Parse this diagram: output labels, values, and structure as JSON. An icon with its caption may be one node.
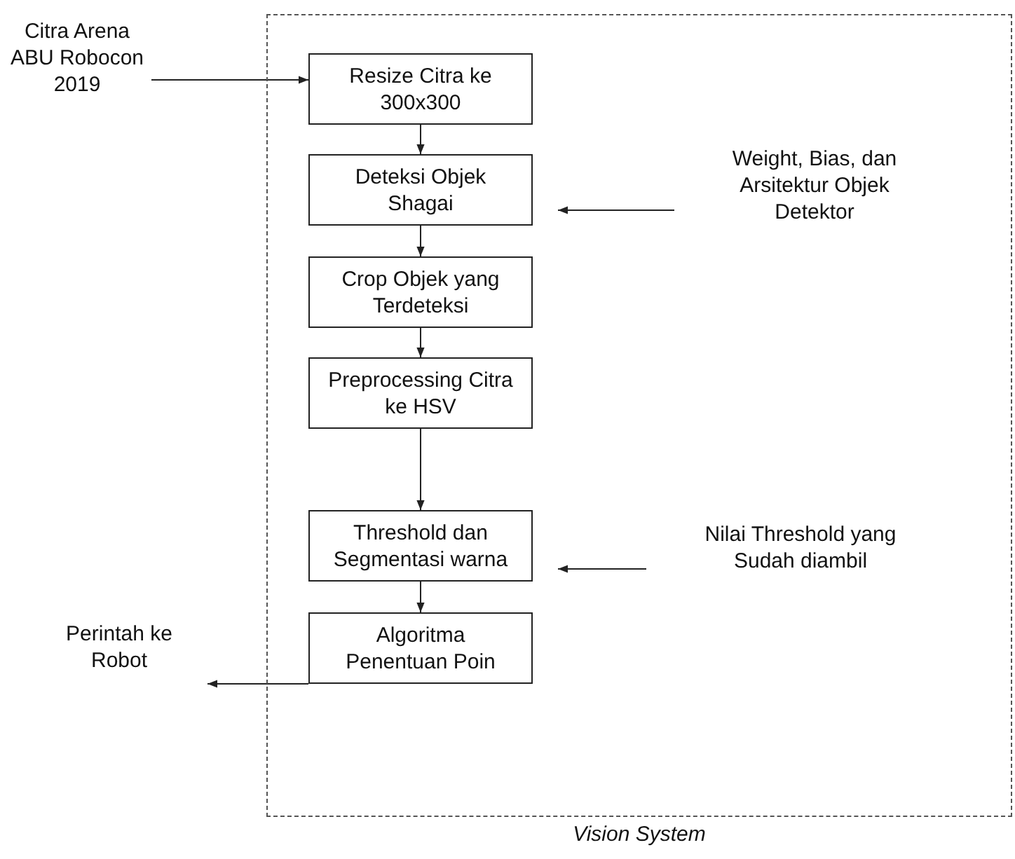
{
  "diagram": {
    "nodes": [
      {
        "text": [
          "Vision System"
        ]
      },
      {
        "text": [
          "Citra Arena ABU Robocon 2019"
        ]
      },
      {
        "text": [
          "Resize Citra ke 300x300"
        ],
        "in": 0
      },
      {
        "text": [
          "Deteksi Objek Shagai"
        ],
        "in": 0
      },
      {
        "text": [
          "Weight, Bias, dan Arsitektur Objek Detektor"
        ],
        "in": 0
      },
      {
        "text": [
          "Crop Objek yang Terdeteksi"
        ],
        "in": 0
      },
      {
        "text": [
          "Preprocessing Citra ke HSV"
        ],
        "in": 0
      },
      {
        "text": [
          "Threshold dan Segmentasi warna"
        ],
        "in": 0
      },
      {
        "text": [
          "Nilai Threshold yang Sudah diambil"
        ],
        "in": 0
      },
      {
        "text": [
          "Perintah ke Robot"
        ]
      },
      {
        "text": [
          "Algoritma Penentuan Poin"
        ],
        "in": 0
      }
    ],
    "edges": [
      {
        "from": 1,
        "to": 2,
        "arrow": "to"
      },
      {
        "from": 2,
        "to": 3,
        "arrow": "to"
      },
      {
        "from": 4,
        "to": 3,
        "arrow": "to"
      },
      {
        "from": 3,
        "to": 5,
        "arrow": "to"
      },
      {
        "from": 5,
        "to": 6,
        "arrow": "to"
      },
      {
        "from": 6,
        "to": 7,
        "arrow": "to"
      },
      {
        "from": 8,
        "to": 7,
        "arrow": "to"
      },
      {
        "from": 7,
        "to": 10,
        "arrow": "to"
      },
      {
        "from": 10,
        "to": 9,
        "arrow": "to"
      }
    ]
  }
}
